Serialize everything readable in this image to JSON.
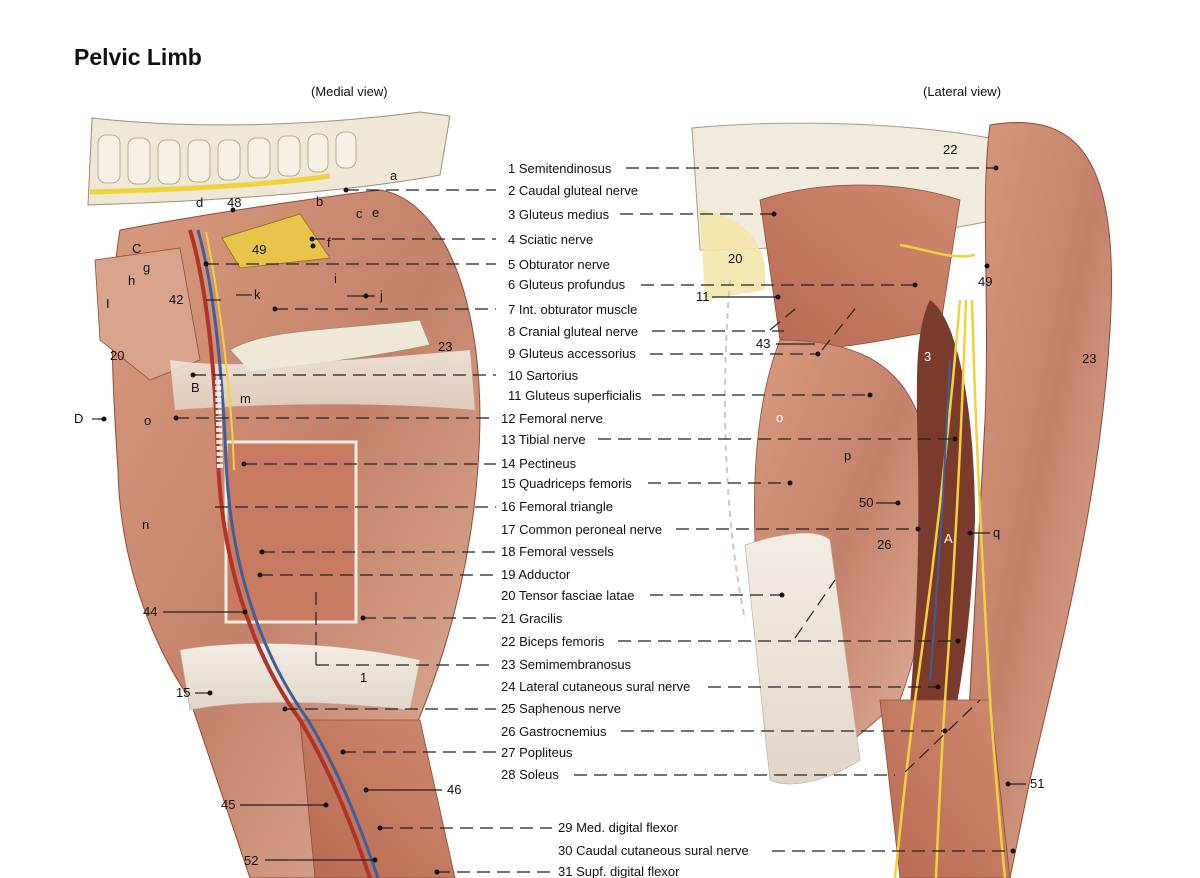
{
  "title": "Pelvic Limb",
  "views": {
    "medial": "(Medial view)",
    "lateral": "(Lateral view)"
  },
  "colors": {
    "muscle": "#c98a6e",
    "muscle_dark": "#a85a45",
    "tendon": "#efe7dc",
    "bone": "#ece6d4",
    "nerve": "#f0d23c",
    "artery": "#b0332a",
    "vein": "#3b5f9a"
  },
  "labels": [
    "1 Semitendinosus",
    "2 Caudal gluteal nerve",
    "3 Gluteus medius",
    "4 Sciatic nerve",
    "5 Obturator nerve",
    "6 Gluteus profundus",
    "7 Int. obturator muscle",
    "8 Cranial gluteal nerve",
    "9 Gluteus accessorius",
    "10 Sartorius",
    "11 Gluteus superficialis",
    "12 Femoral nerve",
    "13 Tibial nerve",
    "14 Pectineus",
    "15 Quadriceps femoris",
    "16 Femoral triangle",
    "17 Common peroneal nerve",
    "18 Femoral vessels",
    "19 Adductor",
    "20 Tensor fasciae latae",
    "21 Gracilis",
    "22 Biceps femoris",
    "23 Semimembranosus",
    "24 Lateral cutaneous sural nerve",
    "25 Saphenous nerve",
    "26 Gastrocnemius",
    "27 Popliteus",
    "28 Soleus",
    "29 Med. digital flexor",
    "30 Caudal cutaneous sural nerve",
    "31 Supf. digital flexor"
  ],
  "tags": {
    "medial": [
      "a",
      "b",
      "c",
      "e",
      "d",
      "48",
      "f",
      "49",
      "C",
      "g",
      "h",
      "I",
      "42",
      "k",
      "j",
      "i",
      "20",
      "23",
      "B",
      "m",
      "D",
      "o",
      "n",
      "44",
      "15",
      "1",
      "45",
      "46",
      "52"
    ],
    "lateral": [
      "22",
      "20",
      "49",
      "11",
      "43",
      "3",
      "23",
      "o",
      "p",
      "50",
      "q",
      "26",
      "A",
      "51"
    ]
  }
}
